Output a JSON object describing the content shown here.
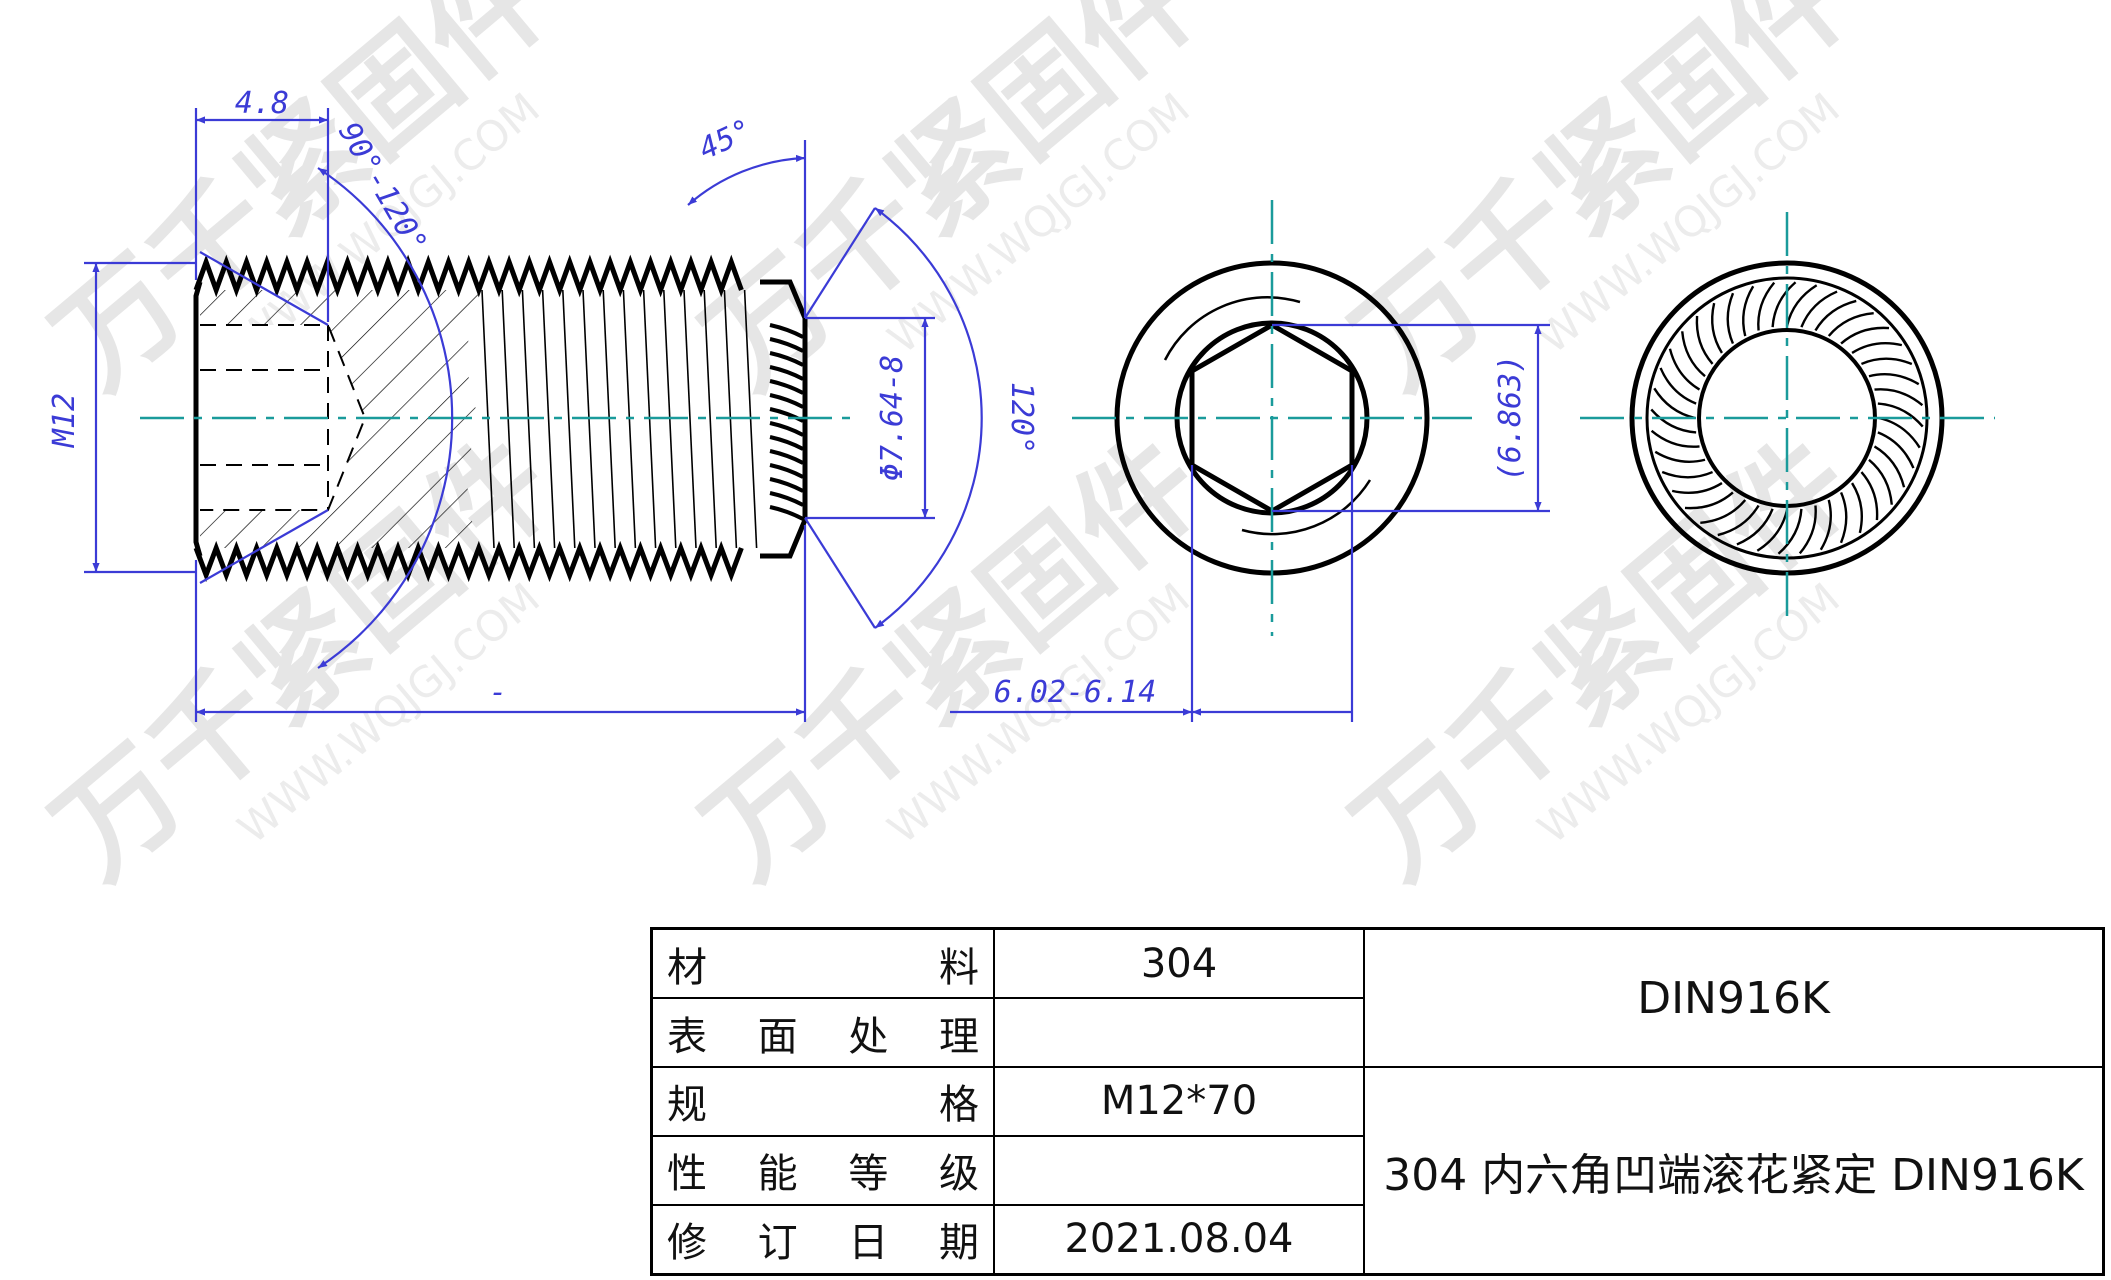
{
  "watermark": {
    "brand": "万千紧固件",
    "url": "WWW.WQJGJ.COM"
  },
  "colors": {
    "dimension": "#3b3bd6",
    "centerline": "#1a9b9b",
    "outline": "#000000"
  },
  "side_view": {
    "dims": {
      "socket_depth": "4.8",
      "drill_angle": "90°-120°",
      "chamfer_angle": "45°",
      "thread": "M12",
      "knurl_dia": "Φ7.64-8",
      "cone_angle": "120°",
      "length": "-"
    }
  },
  "end_view_hex": {
    "dims": {
      "across_corners": "(6.863)",
      "across_flats": "6.02-6.14"
    }
  },
  "title_block": {
    "rows": [
      {
        "label": [
          "材",
          "料"
        ],
        "value": "304"
      },
      {
        "label": [
          "表",
          "面",
          "处",
          "理"
        ],
        "value": ""
      },
      {
        "label": [
          "规",
          "格"
        ],
        "value": "M12*70"
      },
      {
        "label": [
          "性",
          "能",
          "等",
          "级"
        ],
        "value": ""
      },
      {
        "label": [
          "修",
          "订",
          "日",
          "期"
        ],
        "value": "2021.08.04"
      }
    ],
    "standard": "DIN916K",
    "description": "304 内六角凹端滚花紧定 DIN916K"
  }
}
